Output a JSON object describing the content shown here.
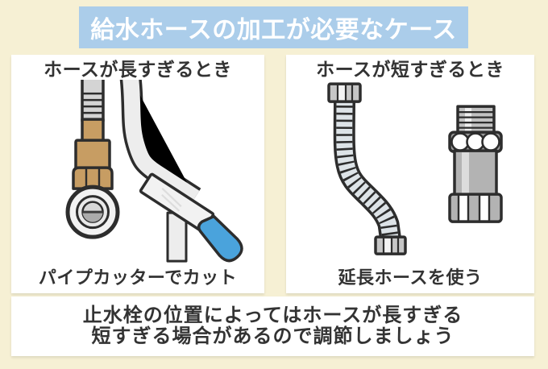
{
  "title": "給水ホースの加工が必要なケース",
  "panels": {
    "too_long": {
      "heading": "ホースが長すぎるとき",
      "caption": "パイプカッターでカット",
      "icons": [
        "stop-valve-icon",
        "supply-hose-icon",
        "cut-hose-piece-icon",
        "pipe-cutter-icon"
      ]
    },
    "too_short": {
      "heading": "ホースが短すぎるとき",
      "caption": "延長ホースを使う",
      "icons": [
        "flexible-hose-icon",
        "extension-fitting-icon"
      ]
    }
  },
  "footer": {
    "line1": "止水栓の位置によってはホースが長すぎる",
    "line2": "短すぎる場合があるので調節しましょう"
  },
  "colors": {
    "background": "#f6f0d4",
    "banner": "#abcdea",
    "banner_text": "#ffffff",
    "panel": "#ffffff",
    "text": "#333333",
    "outline": "#2d2d2d",
    "brass": "#c79d63",
    "cutter_handle_blue": "#4aa3dc",
    "hose_gray": "#ededed",
    "metal_gray": "#b3b3b3"
  }
}
